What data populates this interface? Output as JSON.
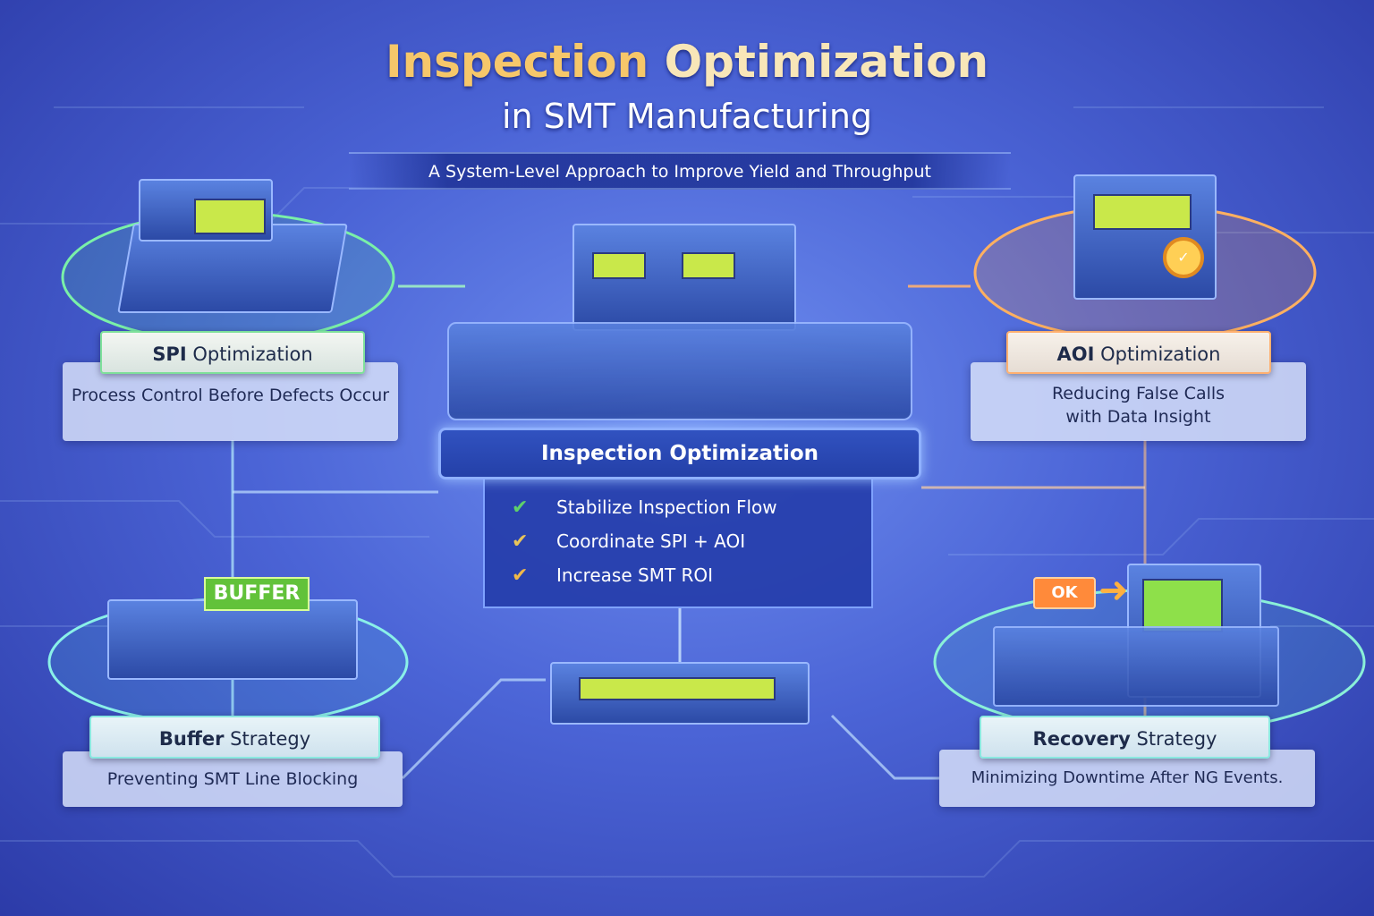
{
  "header": {
    "title_part1": "Inspection",
    "title_part2": "Optimization",
    "subtitle": "in SMT Manufacturing",
    "tagline": "A System-Level Approach to Improve Yield and Throughput"
  },
  "center": {
    "banner": "Inspection Optimization",
    "items": [
      {
        "icon": "check-icon",
        "color": "#5fd06a",
        "text": "Stabilize Inspection Flow"
      },
      {
        "icon": "check-icon",
        "color": "#e8c45a",
        "text": "Coordinate SPI + AOI"
      },
      {
        "icon": "check-icon",
        "color": "#f0b848",
        "text": "Increase SMT ROI"
      }
    ]
  },
  "cards": {
    "spi": {
      "title_bold": "SPI",
      "title_rest": "Optimization",
      "desc": "Process Control Before Defects Occur",
      "accent": "#52d07a"
    },
    "aoi": {
      "title_bold": "AOI",
      "title_rest": "Optimization",
      "desc": "Reducing False Calls with Data Insight",
      "accent": "#ff9a3a"
    },
    "buffer": {
      "title_bold": "Buffer",
      "title_rest": "Strategy",
      "desc": "Preventing SMT Line Blocking",
      "accent": "#4fd6c8",
      "sign": "BUFFER"
    },
    "recovery": {
      "title_bold": "Recovery",
      "title_rest": "Strategy",
      "desc": "Minimizing Downtime After NG Events.",
      "accent": "#4fd6c8",
      "sign": "OK"
    }
  }
}
